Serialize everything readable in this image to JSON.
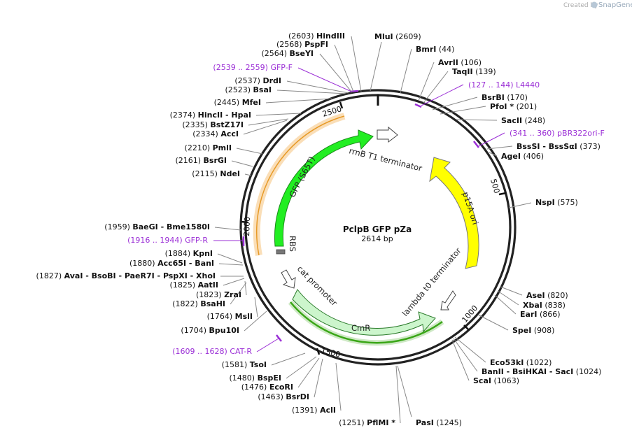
{
  "app": {
    "created_by": "Created by",
    "brand": "SnapGene"
  },
  "plasmid": {
    "name": "PclpB GFP pZa",
    "size": "2614 bp"
  },
  "scale_ticks": [
    {
      "label": "500"
    },
    {
      "label": "1000"
    },
    {
      "label": "1500"
    },
    {
      "label": "2000"
    },
    {
      "label": "2500"
    }
  ],
  "enzyme_labels": [
    {
      "pos": "(2603)",
      "name": "HindIII"
    },
    {
      "pos": "(2568)",
      "name": "PspFI"
    },
    {
      "pos": "(2564)",
      "name": "BseYI"
    },
    {
      "pos": "(2537)",
      "name": "DrdI"
    },
    {
      "pos": "(2523)",
      "name": "BsaI"
    },
    {
      "pos": "(2445)",
      "name": "MfeI"
    },
    {
      "pos": "(2374)",
      "name": "HincII  -  HpaI"
    },
    {
      "pos": "(2335)",
      "name": "BstZ17I"
    },
    {
      "pos": "(2334)",
      "name": "AccI"
    },
    {
      "pos": "(2210)",
      "name": "PmlI"
    },
    {
      "pos": "(2161)",
      "name": "BsrGI"
    },
    {
      "pos": "(2115)",
      "name": "NdeI"
    },
    {
      "pos": "(1959)",
      "name": "BaeGI  -  Bme1580I"
    },
    {
      "pos": "(1884)",
      "name": "KpnI"
    },
    {
      "pos": "(1880)",
      "name": "Acc65I  -  BanI"
    },
    {
      "pos": "(1827)",
      "name": "AvaI  -  BsoBI  -  PaeR7I  -  PspXI  -  XhoI"
    },
    {
      "pos": "(1825)",
      "name": "AatII"
    },
    {
      "pos": "(1823)",
      "name": "ZraI"
    },
    {
      "pos": "(1822)",
      "name": "BsaHI"
    },
    {
      "pos": "(1764)",
      "name": "MslI"
    },
    {
      "pos": "(1704)",
      "name": "Bpu10I"
    },
    {
      "pos": "(1581)",
      "name": "TsoI"
    },
    {
      "pos": "(1480)",
      "name": "BspEI"
    },
    {
      "pos": "(1476)",
      "name": "EcoRI"
    },
    {
      "pos": "(1463)",
      "name": "BsrDI"
    },
    {
      "pos": "(1391)",
      "name": "AclI"
    },
    {
      "pos": "(1251)",
      "name": "PflMI *"
    },
    {
      "pos": "(1245)",
      "name": "PasI"
    },
    {
      "pos": "(1063)",
      "name": "ScaI"
    },
    {
      "pos": "(1024)",
      "name": "BanII  -  BsiHKAI  -  SacI"
    },
    {
      "pos": "(1022)",
      "name": "Eco53kI"
    },
    {
      "pos": "(908)",
      "name": "SpeI"
    },
    {
      "pos": "(866)",
      "name": "EarI"
    },
    {
      "pos": "(838)",
      "name": "XbaI"
    },
    {
      "pos": "(820)",
      "name": "AseI"
    },
    {
      "pos": "(575)",
      "name": "NspI"
    },
    {
      "pos": "(406)",
      "name": "AgeI"
    },
    {
      "pos": "(373)",
      "name": "BssSI  -  BssSαI"
    },
    {
      "pos": "(248)",
      "name": "SacII"
    },
    {
      "pos": "(201)",
      "name": "PfoI *"
    },
    {
      "pos": "(170)",
      "name": "BsrBI"
    },
    {
      "pos": "(139)",
      "name": "TaqII"
    },
    {
      "pos": "(106)",
      "name": "AvrII"
    },
    {
      "pos": "(44)",
      "name": "BmrI"
    },
    {
      "pos": "(2609)",
      "name": "MluI"
    }
  ],
  "primers": [
    {
      "range": "(2539 .. 2559)",
      "name": "GFP-F"
    },
    {
      "range": "(127 .. 144)",
      "name": "L4440"
    },
    {
      "range": "(341 .. 360)",
      "name": "pBR322ori-F"
    },
    {
      "range": "(1916 .. 1944)",
      "name": "GFP-R"
    },
    {
      "range": "(1609 .. 1628)",
      "name": "CAT-R"
    }
  ],
  "features": [
    {
      "label": "GFP (S65T)",
      "color": "#22ee22"
    },
    {
      "label": "rrnB T1 terminator",
      "color": "#ffffff"
    },
    {
      "label": "p15A ori",
      "color": "#ffff00"
    },
    {
      "label": "lambda t0 terminator",
      "color": "#ffffff"
    },
    {
      "label": "CmR",
      "color": "#ccf5cc"
    },
    {
      "label": "cat promoter",
      "color": "#ffffff"
    },
    {
      "label": "RBS",
      "color": "#777777"
    }
  ],
  "colors": {
    "primer": "#9b2fd6",
    "orange_arc": "#f0a030",
    "green_arc": "#3aa617"
  }
}
